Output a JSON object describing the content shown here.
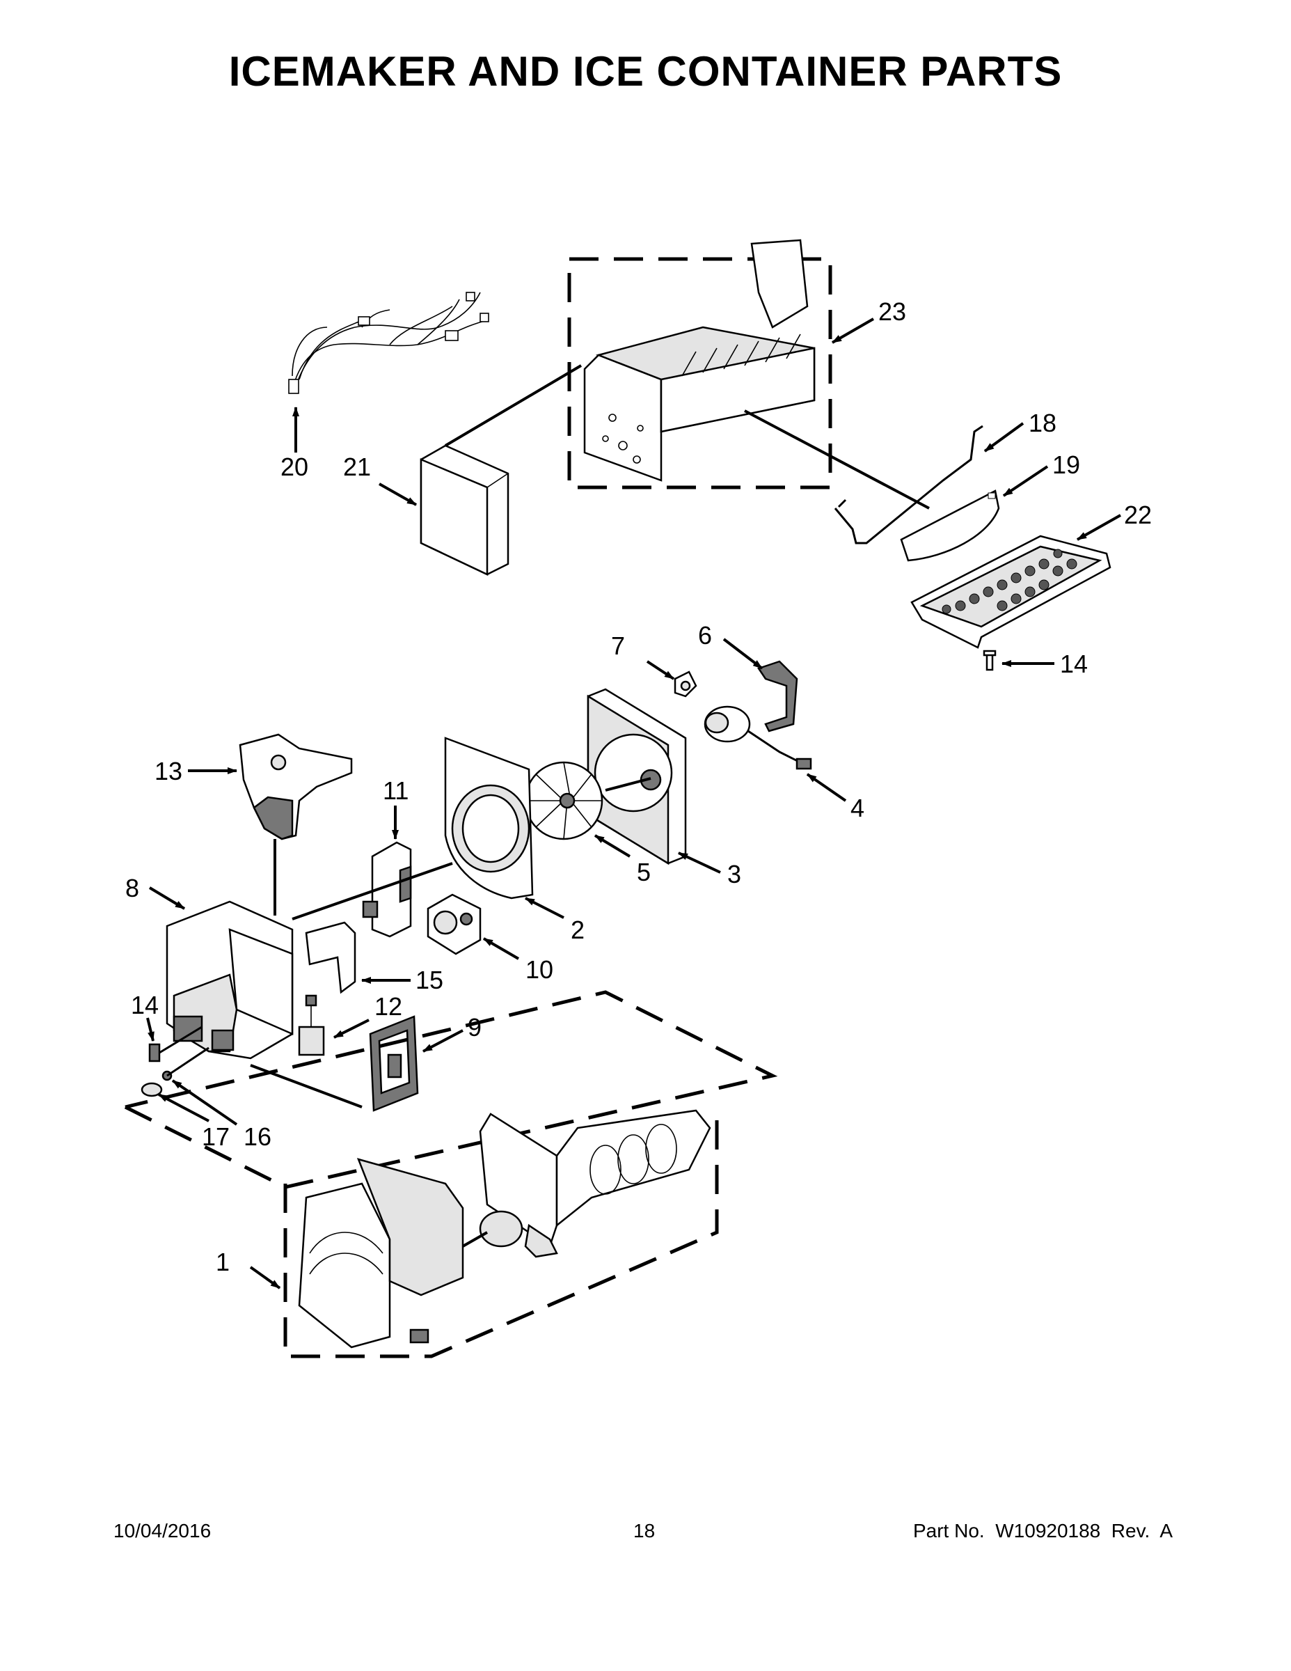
{
  "title": "ICEMAKER AND ICE CONTAINER PARTS",
  "callouts": {
    "c1": "1",
    "c2": "2",
    "c3": "3",
    "c4": "4",
    "c5": "5",
    "c6": "6",
    "c7": "7",
    "c8": "8",
    "c9": "9",
    "c10": "10",
    "c11": "11",
    "c12": "12",
    "c13": "13",
    "c14a": "14",
    "c14b": "14",
    "c15": "15",
    "c16": "16",
    "c17": "17",
    "c18": "18",
    "c19": "19",
    "c20": "20",
    "c21": "21",
    "c22": "22",
    "c23": "23"
  },
  "footer": {
    "date": "10/04/2016",
    "page": "18",
    "part_no": "Part No.  W10920188  Rev.  A"
  }
}
